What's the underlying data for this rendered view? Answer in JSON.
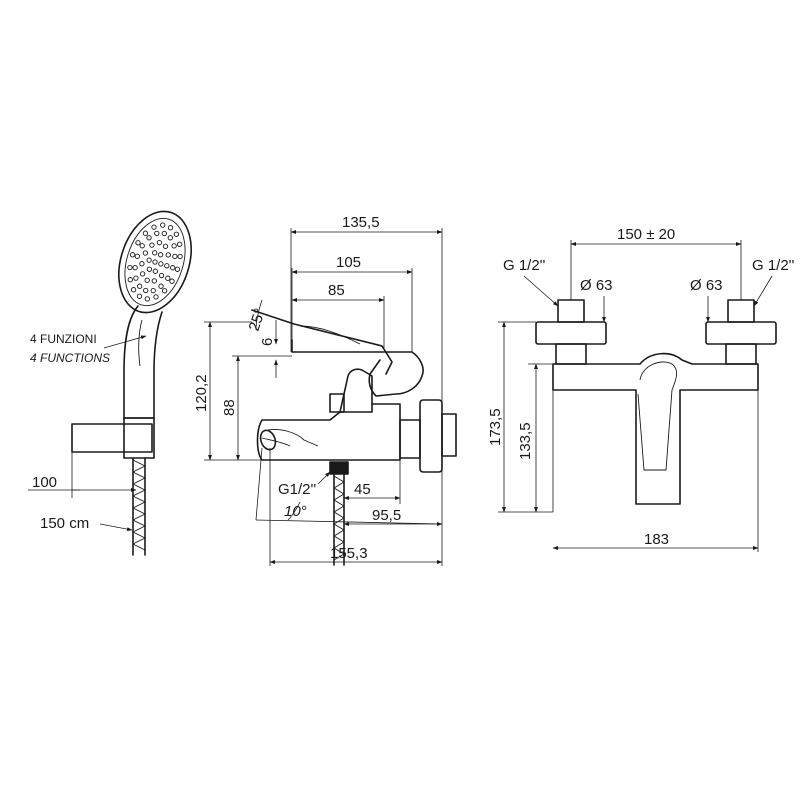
{
  "labels": {
    "funzioni": "4 FUNZIONI",
    "functions": "4 FUNCTIONS",
    "d100": "100",
    "hose": "150 cm",
    "d1355": "135,5",
    "d105": "105",
    "d85": "85",
    "d1202": "120,2",
    "d88": "88",
    "a25": "25°",
    "d6": "6",
    "g12a": "G1/2''",
    "d45": "45",
    "a10": "10°",
    "d955": "95,5",
    "d1553": "155,3",
    "d150": "150 ± 20",
    "g12l": "G 1/2''",
    "g12r": "G 1/2''",
    "phi63l": "Ø 63",
    "phi63r": "Ø 63",
    "d1735": "173,5",
    "d1335": "133,5",
    "d183": "183"
  }
}
